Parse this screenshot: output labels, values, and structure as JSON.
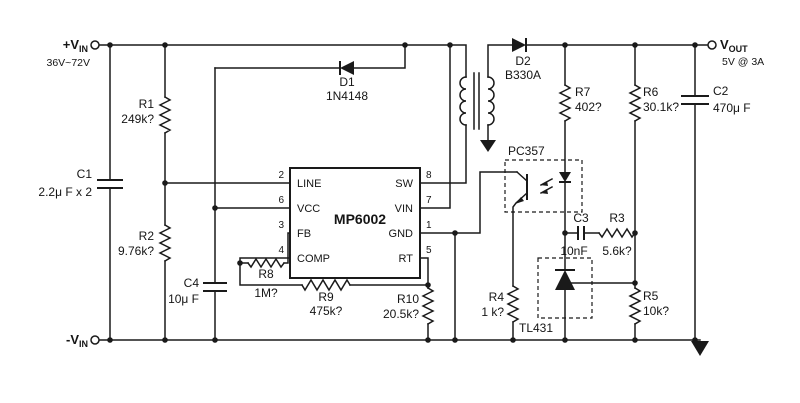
{
  "colors": {
    "line": "#1a1a1a",
    "background": "#ffffff"
  },
  "terminals": {
    "vin_pos": {
      "base": "+V",
      "sub": "IN"
    },
    "vin_note": "36V~72V",
    "vin_neg": {
      "base": "-V",
      "sub": "IN"
    },
    "vout": {
      "base": "V",
      "sub": "OUT"
    },
    "vout_note": "5V @ 3A"
  },
  "ic": {
    "part": "MP6002",
    "pins_left": [
      {
        "num": "2",
        "name": "LINE"
      },
      {
        "num": "6",
        "name": "VCC"
      },
      {
        "num": "3",
        "name": "FB"
      },
      {
        "num": "4",
        "name": "COMP"
      }
    ],
    "pins_right": [
      {
        "num": "8",
        "name": "SW"
      },
      {
        "num": "7",
        "name": "VIN"
      },
      {
        "num": "1",
        "name": "GND"
      },
      {
        "num": "5",
        "name": "RT"
      }
    ]
  },
  "components": {
    "r1": {
      "ref": "R1",
      "value": "249k?"
    },
    "r2": {
      "ref": "R2",
      "value": "9.76k?"
    },
    "r3": {
      "ref": "R3",
      "value": "5.6k?"
    },
    "r4": {
      "ref": "R4",
      "value": "1 k?"
    },
    "r5": {
      "ref": "R5",
      "value": "10k?"
    },
    "r6": {
      "ref": "R6",
      "value": "30.1k?"
    },
    "r7": {
      "ref": "R7",
      "value": "402?"
    },
    "r8": {
      "ref": "R8",
      "value": "1M?"
    },
    "r9": {
      "ref": "R9",
      "value": "475k?"
    },
    "r10": {
      "ref": "R10",
      "value": "20.5k?"
    },
    "c1": {
      "ref": "C1",
      "value": "2.2μ F x 2"
    },
    "c2": {
      "ref": "C2",
      "value": "470μ F"
    },
    "c3": {
      "ref": "C3",
      "value": "10nF"
    },
    "c4": {
      "ref": "C4",
      "value": "10μ F"
    },
    "d1": {
      "ref": "D1",
      "value": "1N4148"
    },
    "d2": {
      "ref": "D2",
      "value": "B330A"
    },
    "opto": {
      "ref": "PC357"
    },
    "shunt": {
      "ref": "TL431"
    }
  }
}
